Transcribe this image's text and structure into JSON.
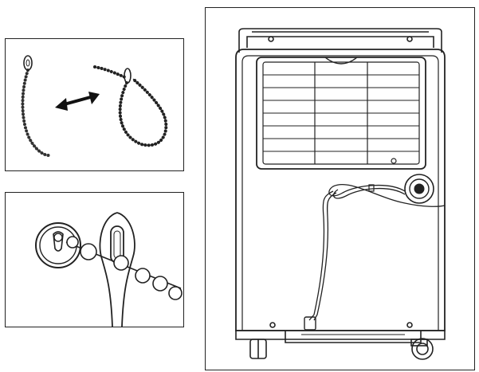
{
  "figure": {
    "panels": [
      {
        "id": "chain-loop-panel",
        "depicts": [
          "bead-chain",
          "double-arrow",
          "chain-loop"
        ]
      },
      {
        "id": "hook-detail-panel",
        "depicts": [
          "hook-eye",
          "bead-chain",
          "chain-clip"
        ]
      },
      {
        "id": "unit-rear-panel",
        "depicts": [
          "handle",
          "air-grille",
          "power-cord",
          "cord-reel",
          "caster-wheel",
          "drain-hose"
        ]
      }
    ],
    "colors": {
      "line": "#222222",
      "background": "#ffffff"
    },
    "grille": {
      "rows": 8,
      "columns": 3
    }
  }
}
